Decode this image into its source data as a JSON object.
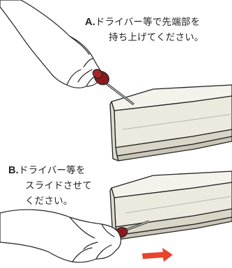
{
  "step_a": {
    "marker": "A.",
    "line1": "ドライバー等で先端部を",
    "line2": "持ち上げてください。"
  },
  "step_b": {
    "marker": "B.",
    "line1": "ドライバー等を",
    "line2": "スライドさせて",
    "line3": "ください。"
  },
  "colors": {
    "arrow": "#e8432c",
    "handle": "#8a1a1e",
    "channel_face": "#f1efe6",
    "channel_side": "#d7d4c7",
    "outline": "#222222"
  },
  "icons": {
    "slide_direction": "right-arrow-icon"
  }
}
